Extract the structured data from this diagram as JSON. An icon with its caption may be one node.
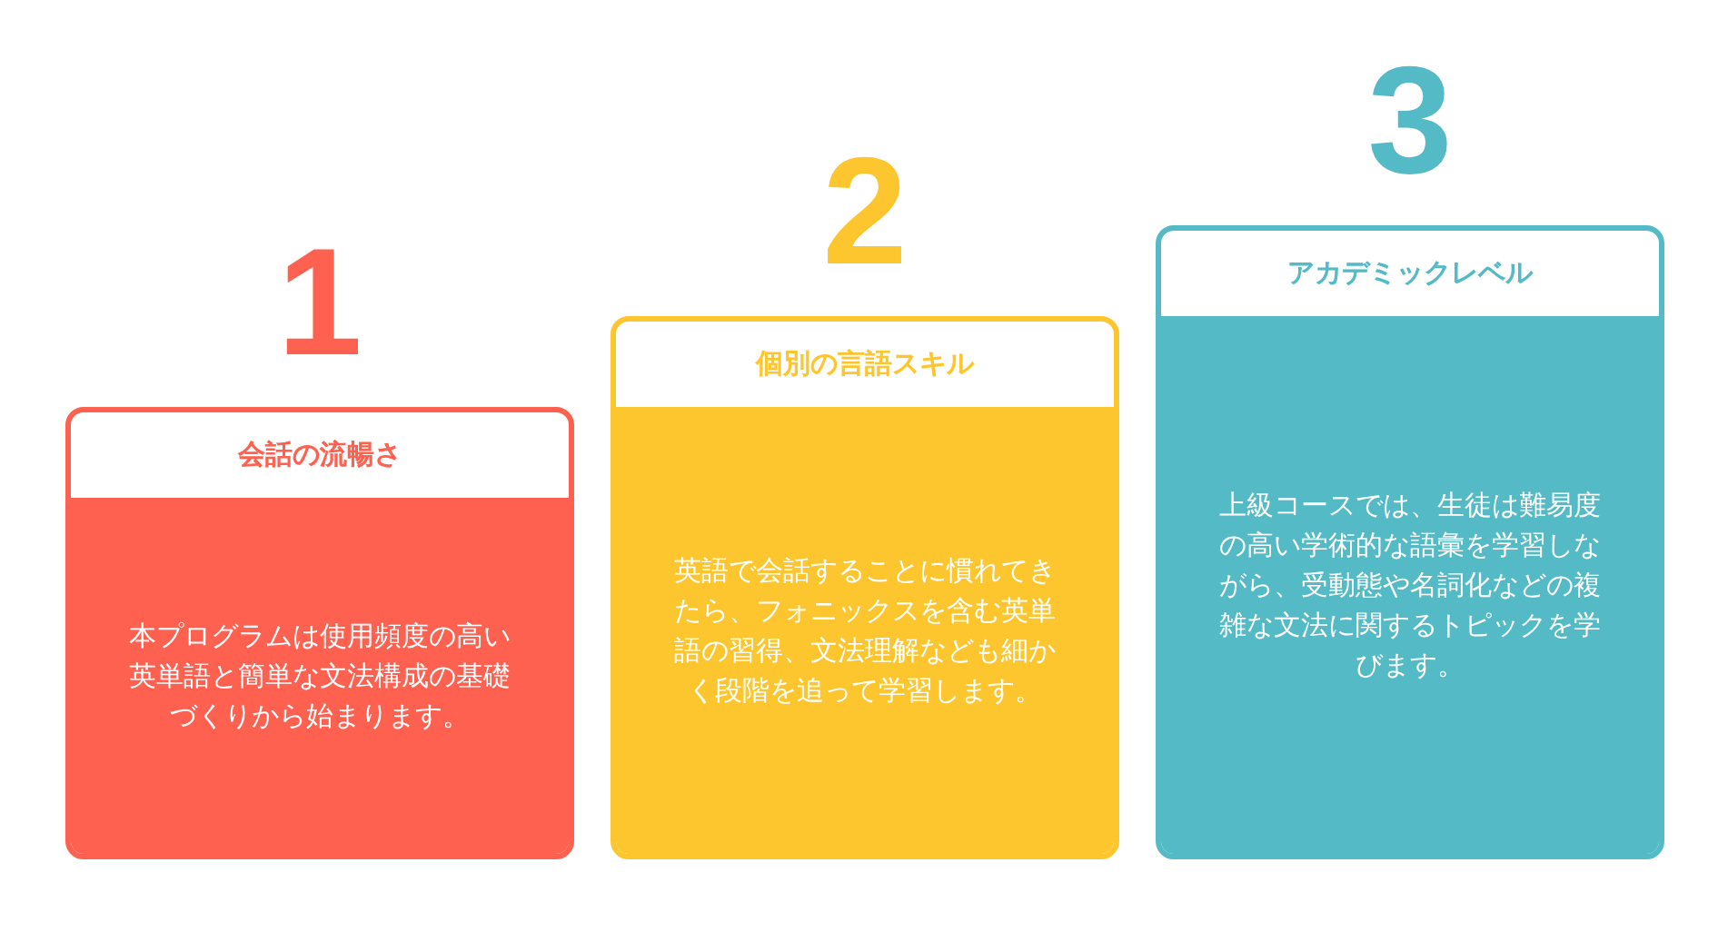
{
  "diagram": {
    "nodes": [
      {
        "text": [
          "会話の流暢さ",
          "本プログラムは使用頻度の高い英単語と簡単な文法構成の基礎づくりから始まります。"
        ],
        "beside": [
          "1"
        ]
      },
      {
        "text": [
          "個別の言語スキル",
          "英語で会話することに慣れてきたら、フォニックスを含む英単語の習得、文法理解なども細かく段階を追って学習します。"
        ],
        "beside": [
          "2"
        ]
      },
      {
        "text": [
          "アカデミックレベル",
          "上級コースでは、生徒は難易度の高い学術的な語彙を学習しながら、受動態や名詞化などの複雑な文法に関するトピックを学びます。"
        ],
        "beside": [
          "3"
        ]
      }
    ]
  }
}
